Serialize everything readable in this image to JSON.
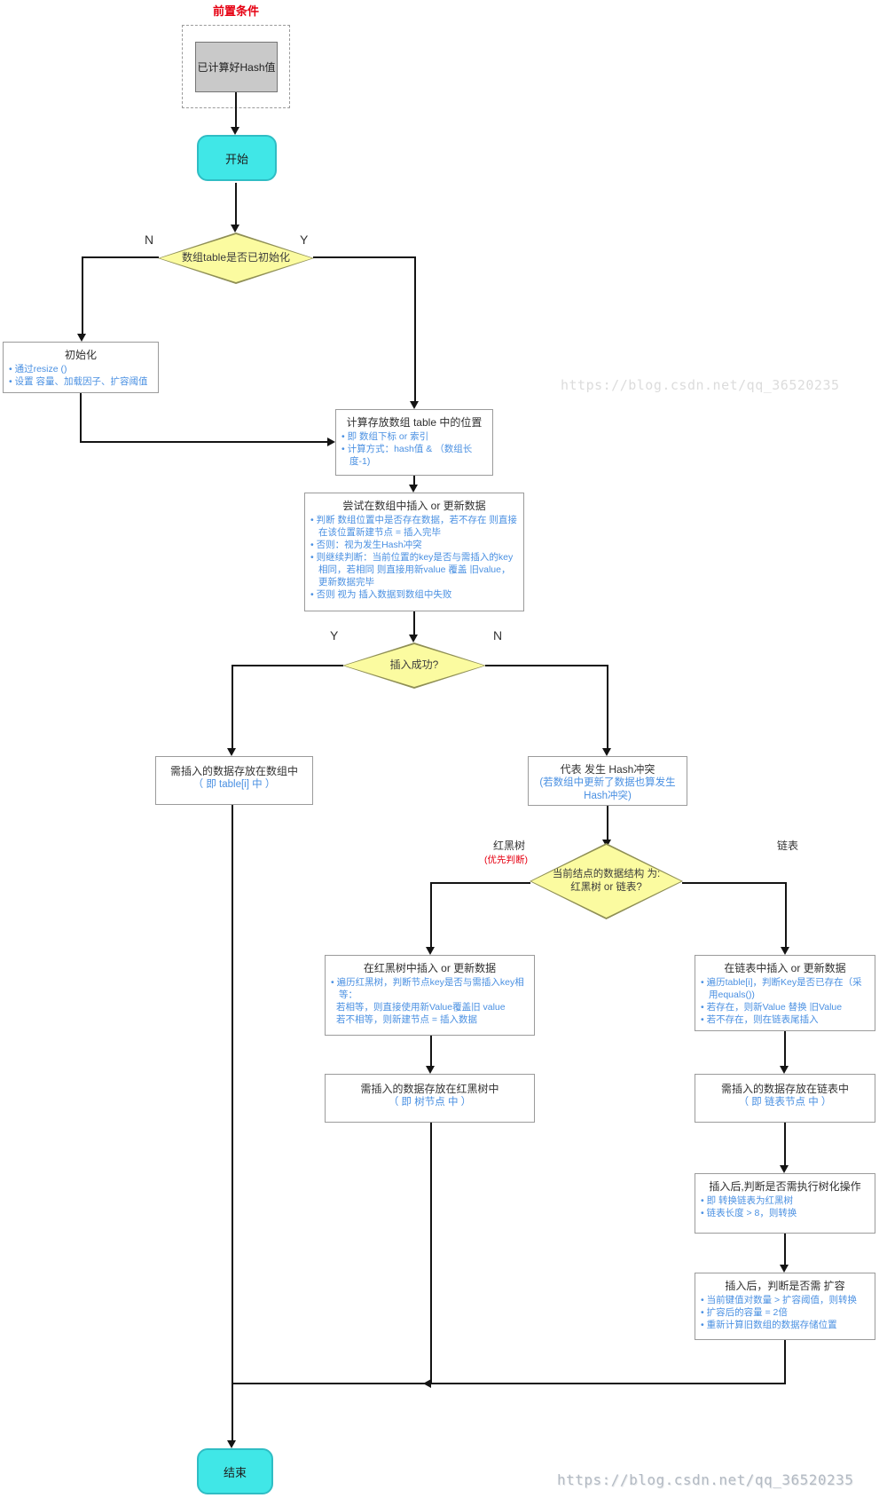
{
  "precondition": {
    "label": "前置条件",
    "box": "已计算好Hash值"
  },
  "terminals": {
    "start": "开始",
    "end": "结束"
  },
  "decisions": {
    "init": {
      "text": "数组table是否已初始化",
      "no": "N",
      "yes": "Y"
    },
    "success": {
      "text": "插入成功?",
      "yes": "Y",
      "no": "N"
    },
    "structure": {
      "line1": "当前结点的数据结构 为:",
      "line2": "红黑树 or 链表?",
      "left_label": "红黑树",
      "left_sub": "(优先判断)",
      "right_label": "链表"
    }
  },
  "boxes": {
    "init": {
      "title": "初始化",
      "bullets": [
        "通过resize ()",
        "设置 容量、加载因子、扩容阈值"
      ]
    },
    "position": {
      "title": "计算存放数组 table 中的位置",
      "bullets": [
        "即 数组下标 or 索引",
        "计算方式：hash值 & （数组长度-1)"
      ]
    },
    "try_insert": {
      "title": "尝试在数组中插入 or 更新数据",
      "bullets": [
        "判断 数组位置中是否存在数据，若不存在 则直接在该位置新建节点 = 插入完毕",
        "否则：视为发生Hash冲突",
        "则继续判断：当前位置的key是否与需插入的key相同，若相同 则直接用新value 覆盖 旧value，更新数据完毕",
        "否则 视为 插入数据到数组中失败"
      ]
    },
    "array_store": {
      "line1": "需插入的数据存放在数组中",
      "line2": "（ 即 table[i] 中 ）"
    },
    "hash_conflict": {
      "line1": "代表 发生 Hash冲突",
      "line2": "(若数组中更新了数据也算发生 Hash冲突)"
    },
    "tree_insert": {
      "title": "在红黑树中插入 or 更新数据",
      "bullets": [
        "遍历红黑树，判断节点key是否与需插入key相等：",
        "若相等，则直接使用新Value覆盖旧 value",
        "若不相等，则新建节点 = 插入数据"
      ]
    },
    "tree_store": {
      "line1": "需插入的数据存放在红黑树中",
      "line2": "（ 即 树节点 中 ）"
    },
    "list_insert": {
      "title": "在链表中插入 or 更新数据",
      "bullets": [
        "遍历table[i]，判断Key是否已存在（采用equals())",
        "若存在，则新Value 替换 旧Value",
        "若不存在，则在链表尾插入"
      ]
    },
    "list_store": {
      "line1": "需插入的数据存放在链表中",
      "line2": "（ 即 链表节点 中 ）"
    },
    "treeify": {
      "title": "插入后,判断是否需执行树化操作",
      "bullets": [
        "即 转换链表为红黑树",
        "链表长度 > 8，则转换"
      ]
    },
    "resize": {
      "title": "插入后，判断是否需 扩容",
      "bullets": [
        "当前键值对数量 > 扩容阈值，则转换",
        "扩容后的容量 = 2倍",
        "重新计算旧数组的数据存储位置"
      ]
    }
  },
  "watermark": {
    "text": "https://blog.csdn.net/qq_36520235"
  },
  "colors": {
    "accent_red": "#e60012",
    "bullet_blue": "#4a90e2",
    "diamond_fill": "#fbfba0",
    "terminal_fill": "#40e7e7",
    "precondition_fill": "#c9c9c9"
  }
}
